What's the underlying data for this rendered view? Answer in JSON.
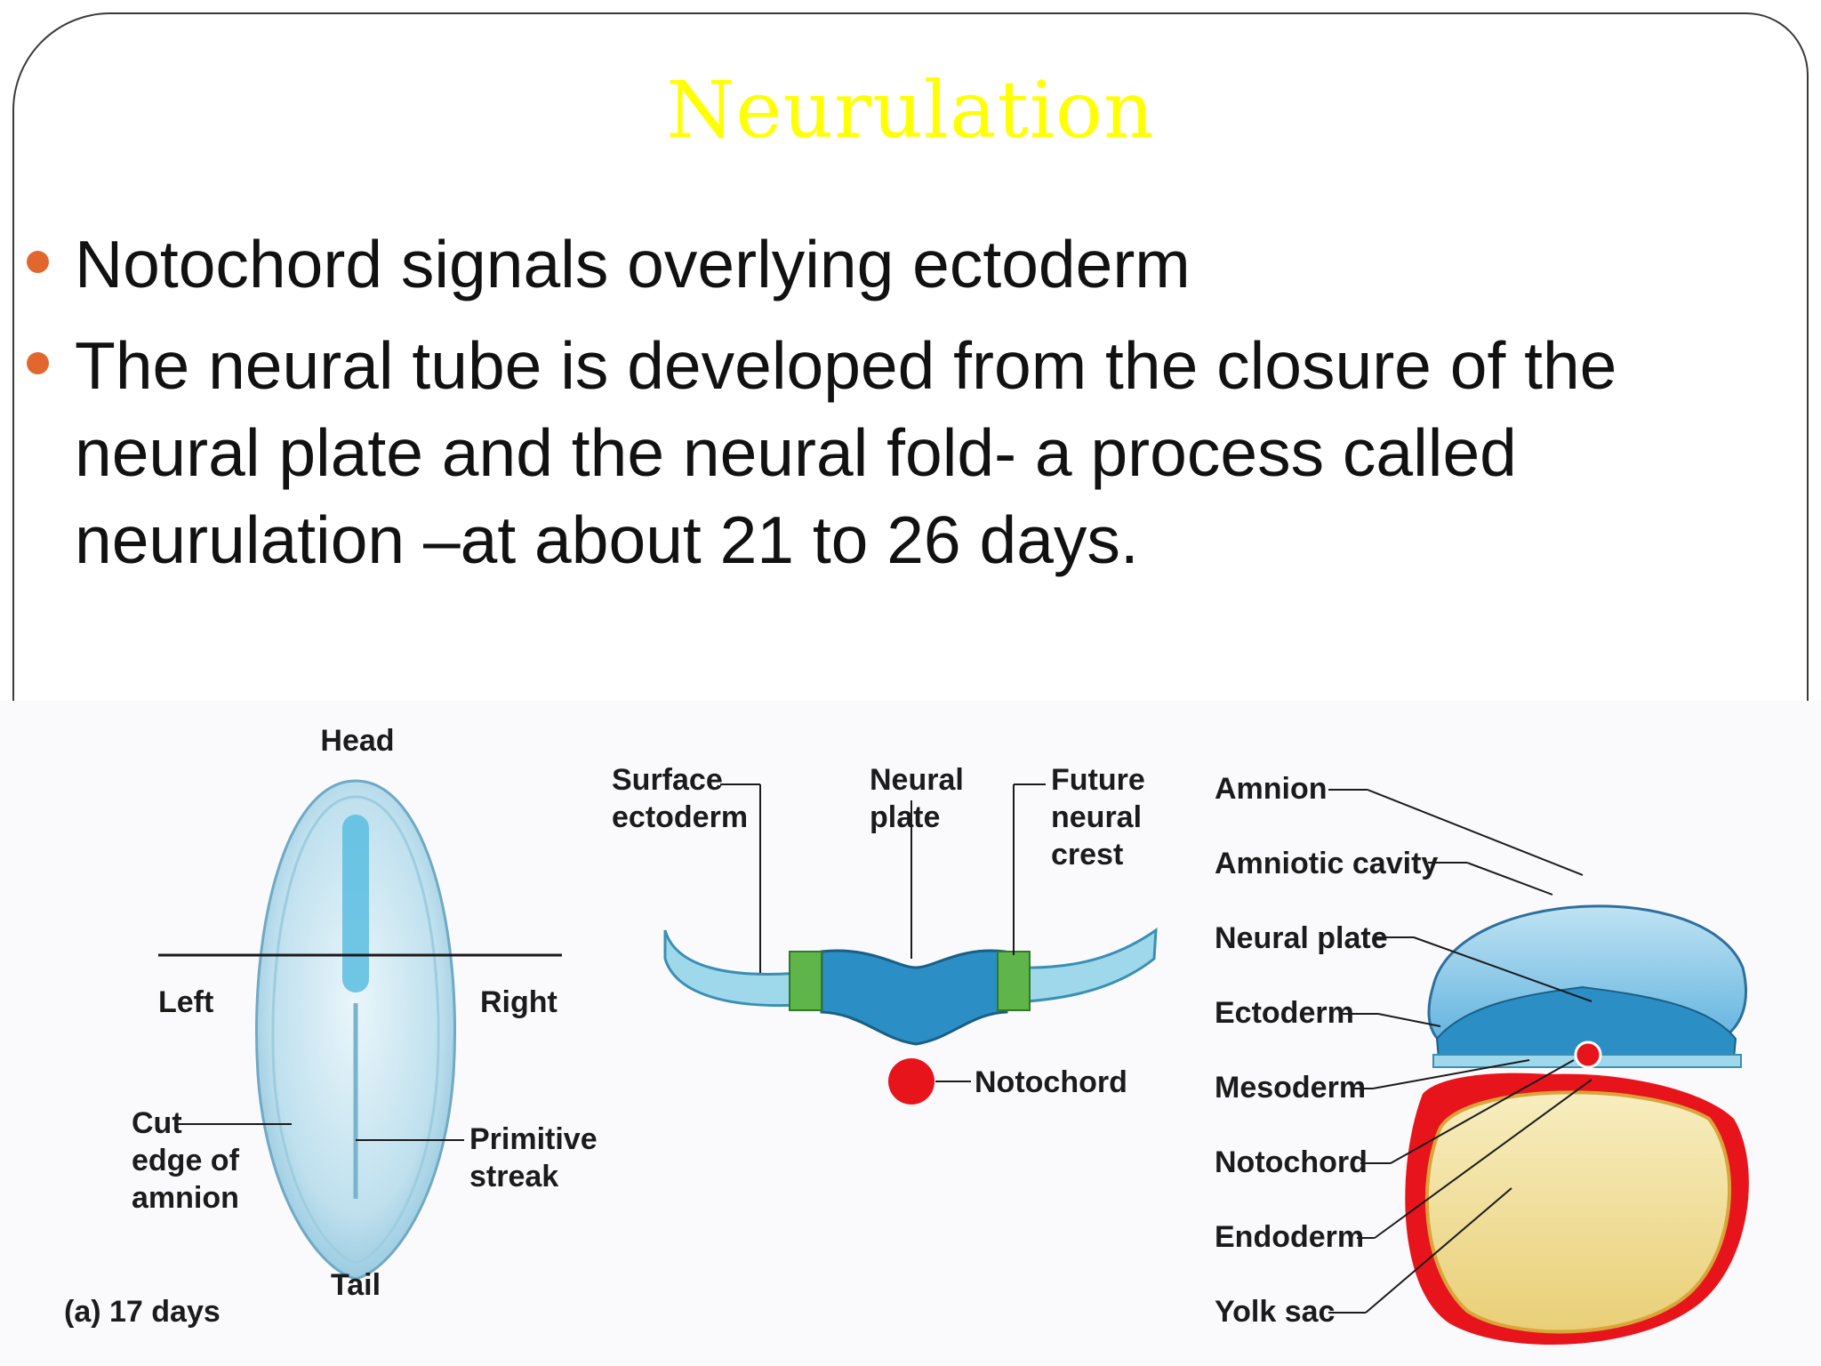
{
  "slide": {
    "title": "Neurulation",
    "title_color": "#ffff00",
    "bullet_color": "#e2672f",
    "bullets": [
      "Notochord signals overlying ectoderm",
      "The neural tube is developed from the closure of the neural plate and the neural fold- a process called neurulation –at about 21 to 26 days."
    ]
  },
  "figure": {
    "embryo": {
      "head": "Head",
      "left": "Left",
      "right": "Right",
      "cut_edge": [
        "Cut",
        "edge of",
        "amnion"
      ],
      "primitive_streak": [
        "Primitive",
        "streak"
      ],
      "tail": "Tail",
      "caption": "(a) 17 days"
    },
    "cross_section": {
      "surface_ectoderm": [
        "Surface",
        "ectoderm"
      ],
      "neural_plate": [
        "Neural",
        "plate"
      ],
      "future_neural_crest": [
        "Future",
        "neural",
        "crest"
      ],
      "notochord": "Notochord"
    },
    "layers": {
      "amnion": "Amnion",
      "amniotic_cavity": "Amniotic cavity",
      "neural_plate": "Neural plate",
      "ectoderm": "Ectoderm",
      "mesoderm": "Mesoderm",
      "notochord": "Notochord",
      "endoderm": "Endoderm",
      "yolk_sac": "Yolk sac"
    },
    "colors": {
      "ectoderm": "#9fd8ea",
      "neural_plate": "#2b8fc6",
      "neural_crest": "#5fb44a",
      "notochord": "#e8141c",
      "yolk_sac": "#f0d98a"
    }
  }
}
